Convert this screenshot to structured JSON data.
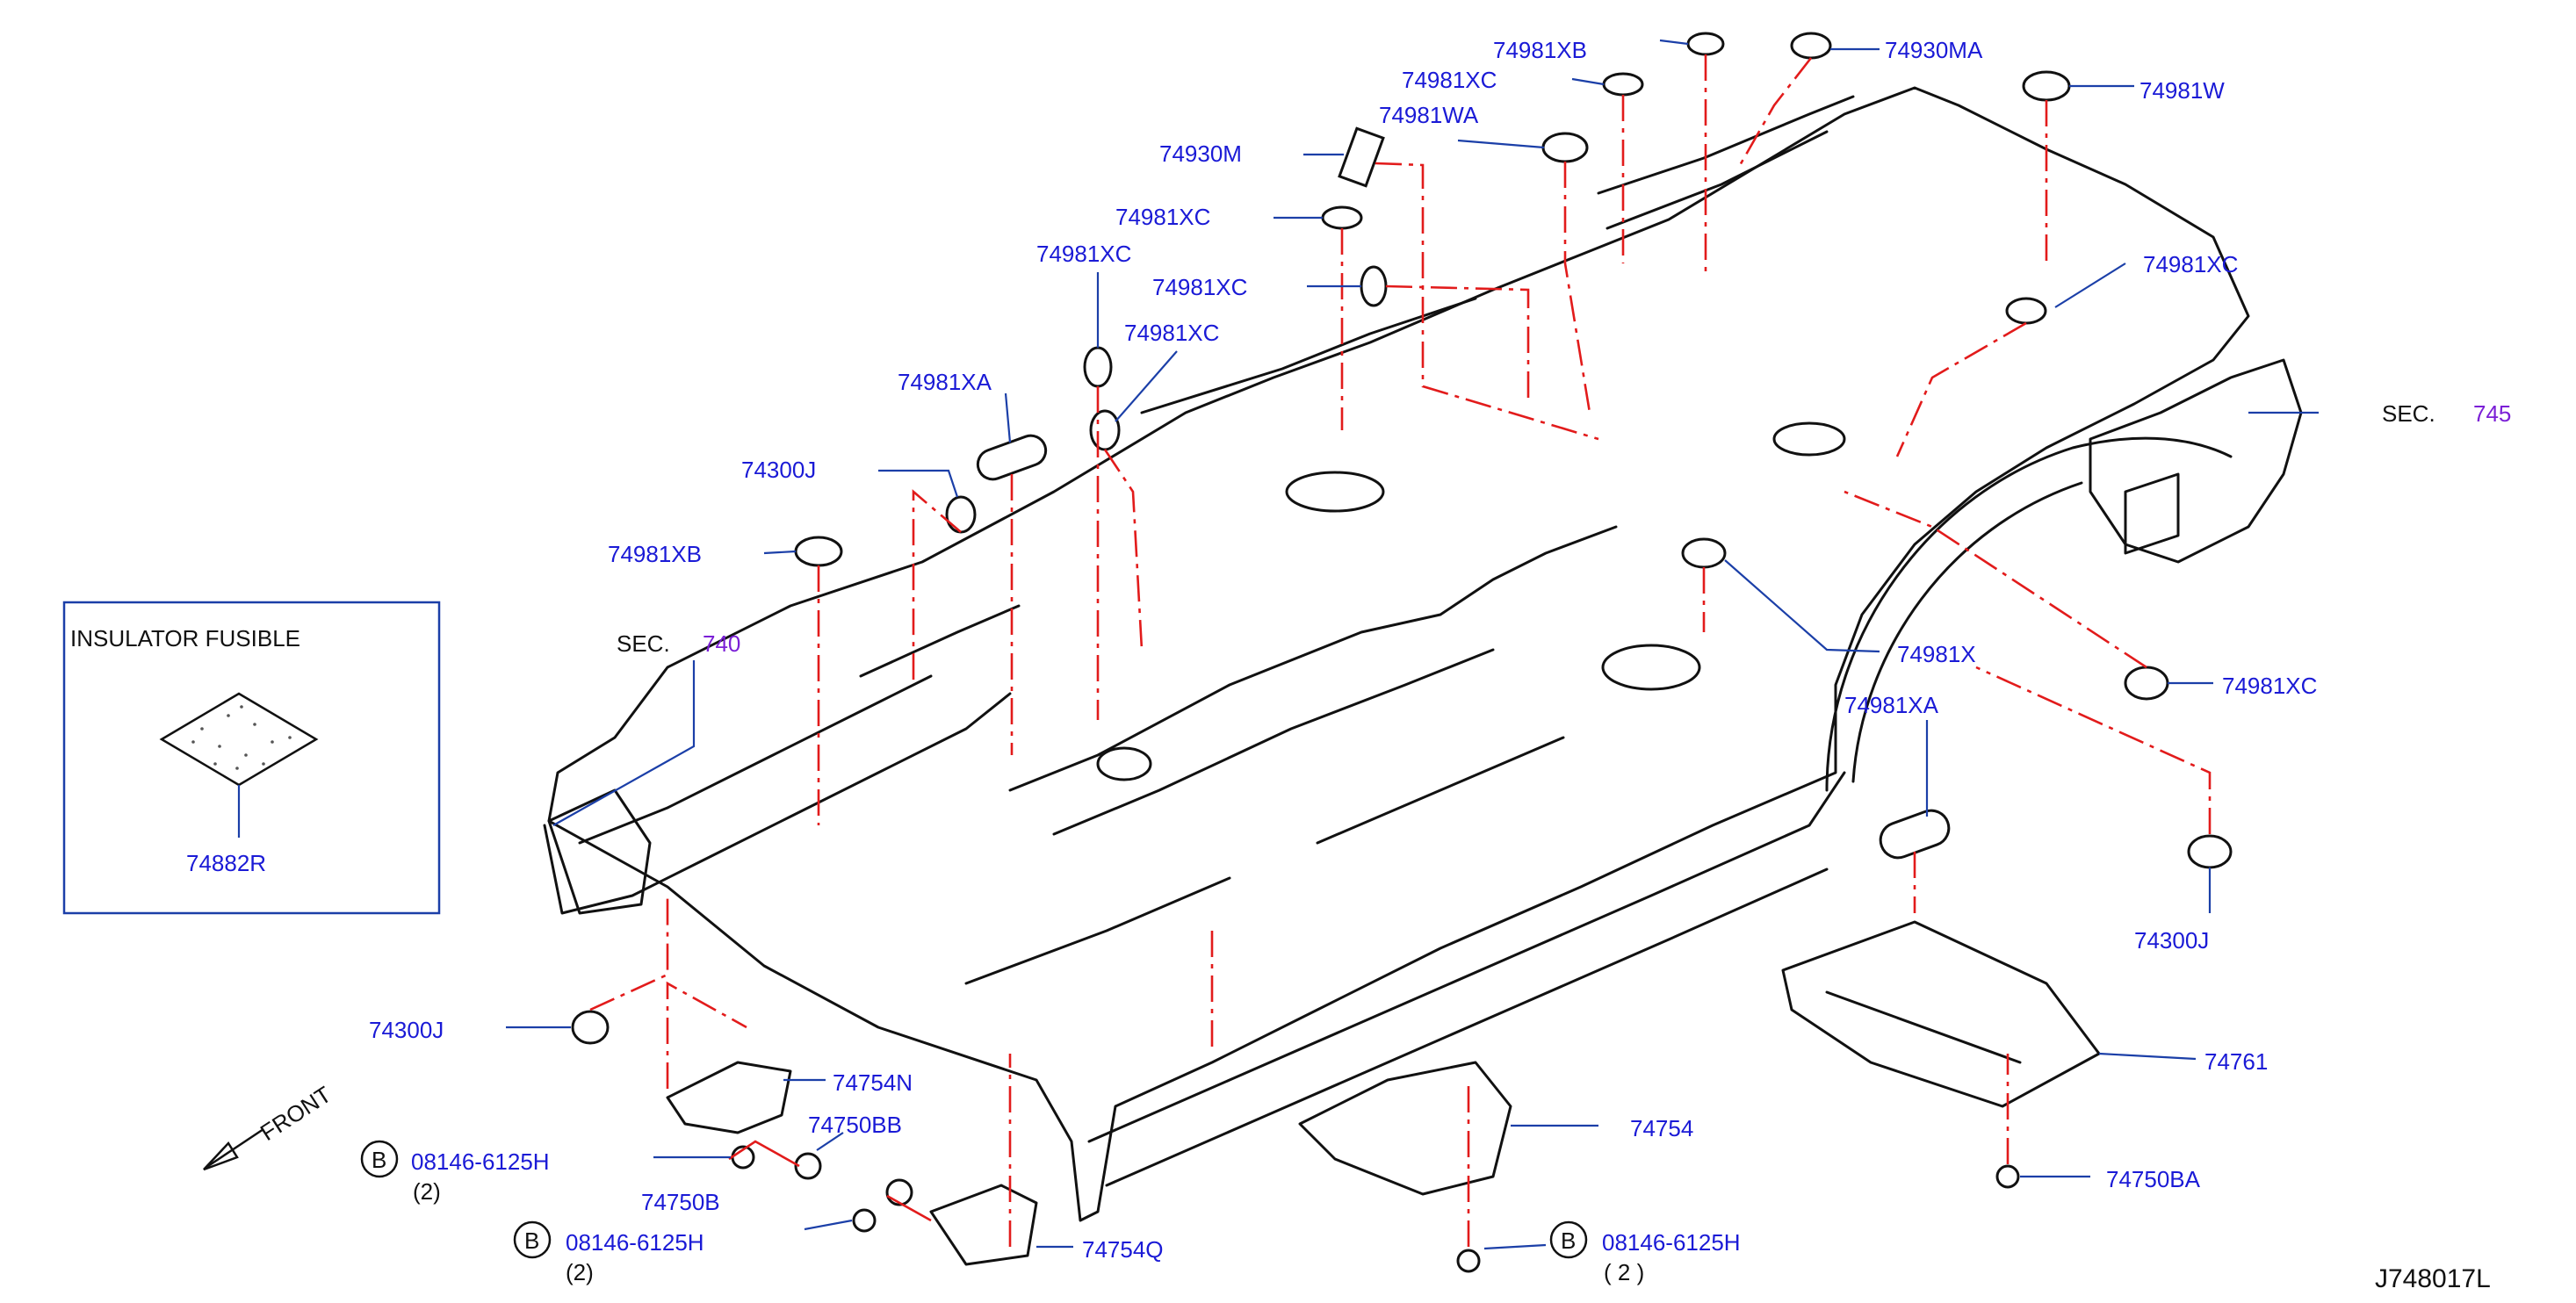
{
  "labels": {
    "p74981xb_top": "74981XB",
    "p74930ma": "74930MA",
    "p74981w": "74981W",
    "p74981xc_a": "74981XC",
    "p74981wa": "74981WA",
    "p74930m": "74930M",
    "p74981xc_b": "74981XC",
    "p74981xc_c": "74981XC",
    "p74981xc_d": "74981XC",
    "p74981xc_e": "74981XC",
    "p74981xc_right": "74981XC",
    "p74981xa_left": "74981XA",
    "p74300j_upper": "74300J",
    "p74981xb_left": "74981XB",
    "sec740_prefix": "SEC.",
    "sec740_num": "740",
    "sec745_prefix": "SEC.",
    "sec745_num": "745",
    "p74981x": "74981X",
    "p74981xc_lower": "74981XC",
    "p74981xa_right": "74981XA",
    "p74300j_right": "74300J",
    "p74761": "74761",
    "p74750ba": "74750BA",
    "p74754": "74754",
    "p74300j_left": "74300J",
    "p74754n": "74754N",
    "p74750bb": "74750BB",
    "p74750b": "74750B",
    "p74754q": "74754Q",
    "bolt1": "08146-6125H",
    "bolt1_qty": "(2)",
    "bolt2": "08146-6125H",
    "bolt2_qty": "(2)",
    "bolt3": "08146-6125H",
    "bolt3_qty": "( 2 )",
    "bolt_marker": "B",
    "front": "FRONT",
    "diagram_id": "J748017L"
  },
  "inset": {
    "title": "INSULATOR   FUSIBLE",
    "part": "74882R"
  },
  "colors": {
    "label_blue": "#1a1ad6",
    "sec_purple": "#7b1fd6",
    "leader_blue": "#1b3fa8",
    "dash_red": "#e21b1b",
    "outline": "#111111"
  }
}
